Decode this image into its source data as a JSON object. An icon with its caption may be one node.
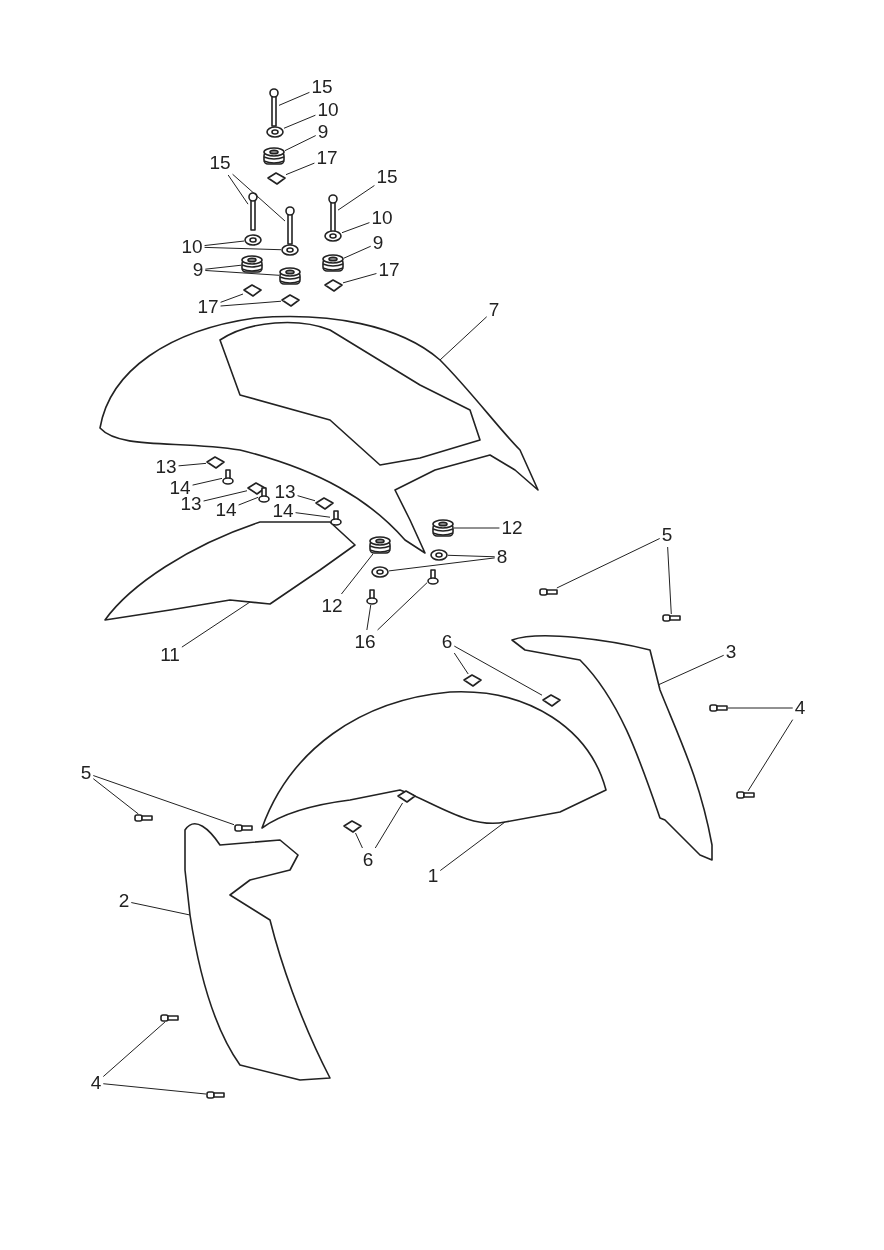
{
  "diagram": {
    "nodes": [
      {
        "text": [
          "15"
        ]
      },
      {
        "text": [
          "10"
        ]
      },
      {
        "text": [
          "9"
        ]
      },
      {
        "text": [
          "15"
        ]
      },
      {
        "text": [
          "17"
        ]
      },
      {
        "text": [
          "15"
        ]
      },
      {
        "text": [
          "10"
        ]
      },
      {
        "text": [
          "10"
        ]
      },
      {
        "text": [
          "9"
        ]
      },
      {
        "text": [
          "9"
        ]
      },
      {
        "text": [
          "17"
        ]
      },
      {
        "text": [
          "17"
        ]
      },
      {
        "text": [
          "7"
        ]
      },
      {
        "text": [
          "13"
        ]
      },
      {
        "text": [
          "14"
        ]
      },
      {
        "text": [
          "13"
        ]
      },
      {
        "text": [
          "13"
        ]
      },
      {
        "text": [
          "14"
        ]
      },
      {
        "text": [
          "14"
        ]
      },
      {
        "text": [
          "12"
        ]
      },
      {
        "text": [
          "5"
        ]
      },
      {
        "text": [
          "8"
        ]
      },
      {
        "text": [
          "12"
        ]
      },
      {
        "text": [
          "16"
        ]
      },
      {
        "text": [
          "6"
        ]
      },
      {
        "text": [
          "3"
        ]
      },
      {
        "text": [
          "11"
        ]
      },
      {
        "text": [
          "4"
        ]
      },
      {
        "text": [
          "5"
        ]
      },
      {
        "text": [
          "6"
        ]
      },
      {
        "text": [
          "1"
        ]
      },
      {
        "text": [
          "2"
        ]
      },
      {
        "text": [
          "4"
        ]
      },
      {
        "text": [],
        "shape": "picture"
      },
      {
        "text": [],
        "shape": "picture"
      },
      {
        "text": [],
        "shape": "picture"
      },
      {
        "text": [],
        "shape": "picture"
      },
      {
        "text": [],
        "shape": "picture"
      },
      {
        "text": [],
        "shape": "picture"
      },
      {
        "text": [],
        "shape": "picture"
      },
      {
        "text": [],
        "shape": "picture"
      },
      {
        "text": [],
        "shape": "picture"
      },
      {
        "text": [],
        "shape": "picture"
      },
      {
        "text": [],
        "shape": "picture"
      },
      {
        "text": [],
        "shape": "picture"
      },
      {
        "text": [],
        "shape": "picture"
      },
      {
        "text": [],
        "shape": "picture"
      },
      {
        "text": [],
        "shape": "picture"
      },
      {
        "text": [],
        "shape": "picture"
      },
      {
        "text": [],
        "shape": "picture"
      },
      {
        "text": [],
        "shape": "picture"
      },
      {
        "text": [],
        "shape": "picture"
      },
      {
        "text": [],
        "shape": "picture"
      },
      {
        "text": [],
        "shape": "picture"
      },
      {
        "text": [],
        "shape": "picture"
      },
      {
        "text": [],
        "shape": "picture"
      },
      {
        "text": [],
        "shape": "picture"
      },
      {
        "text": [],
        "shape": "picture"
      },
      {
        "text": [],
        "shape": "picture"
      },
      {
        "text": [],
        "shape": "picture"
      },
      {
        "text": [],
        "shape": "picture"
      },
      {
        "text": [],
        "shape": "picture"
      },
      {
        "text": [],
        "shape": "picture"
      },
      {
        "text": [],
        "shape": "picture"
      },
      {
        "text": [],
        "shape": "picture"
      },
      {
        "text": [],
        "shape": "picture"
      },
      {
        "text": [],
        "shape": "picture"
      },
      {
        "text": [],
        "shape": "picture"
      },
      {
        "text": [],
        "shape": "picture"
      },
      {
        "text": [],
        "shape": "picture"
      },
      {
        "text": [],
        "shape": "picture"
      },
      {
        "text": [],
        "shape": "picture"
      },
      {
        "text": [],
        "shape": "picture"
      },
      {
        "text": [],
        "shape": "picture"
      },
      {
        "text": [],
        "shape": "picture"
      },
      {
        "text": [],
        "shape": "picture"
      },
      {
        "text": [],
        "shape": "picture"
      },
      {
        "text": [],
        "shape": "picture"
      }
    ],
    "edges": [
      {
        "from": 0,
        "to": 33,
        "arrow": "none"
      },
      {
        "from": 1,
        "to": 34,
        "arrow": "none"
      },
      {
        "from": 2,
        "to": 35,
        "arrow": "none"
      },
      {
        "from": 3,
        "to": 36,
        "arrow": "none"
      },
      {
        "from": 3,
        "to": 37,
        "arrow": "none"
      },
      {
        "from": 4,
        "to": 38,
        "arrow": "none"
      },
      {
        "from": 5,
        "to": 39,
        "arrow": "none"
      },
      {
        "from": 6,
        "to": 40,
        "arrow": "none"
      },
      {
        "from": 7,
        "to": 41,
        "arrow": "none"
      },
      {
        "from": 7,
        "to": 42,
        "arrow": "none"
      },
      {
        "from": 8,
        "to": 43,
        "arrow": "none"
      },
      {
        "from": 9,
        "to": 44,
        "arrow": "none"
      },
      {
        "from": 9,
        "to": 45,
        "arrow": "none"
      },
      {
        "from": 10,
        "to": 46,
        "arrow": "none"
      },
      {
        "from": 11,
        "to": 47,
        "arrow": "none"
      },
      {
        "from": 11,
        "to": 48,
        "arrow": "none"
      },
      {
        "from": 12,
        "to": 49,
        "arrow": "none"
      },
      {
        "from": 13,
        "to": 50,
        "arrow": "none"
      },
      {
        "from": 14,
        "to": 51,
        "arrow": "none"
      },
      {
        "from": 15,
        "to": 52,
        "arrow": "none"
      },
      {
        "from": 16,
        "to": 53,
        "arrow": "none"
      },
      {
        "from": 17,
        "to": 54,
        "arrow": "none"
      },
      {
        "from": 18,
        "to": 55,
        "arrow": "none"
      },
      {
        "from": 19,
        "to": 56,
        "arrow": "none"
      },
      {
        "from": 20,
        "to": 57,
        "arrow": "none"
      },
      {
        "from": 20,
        "to": 58,
        "arrow": "none"
      },
      {
        "from": 21,
        "to": 59,
        "arrow": "none"
      },
      {
        "from": 21,
        "to": 60,
        "arrow": "none"
      },
      {
        "from": 22,
        "to": 61,
        "arrow": "none"
      },
      {
        "from": 23,
        "to": 62,
        "arrow": "none"
      },
      {
        "from": 23,
        "to": 63,
        "arrow": "none"
      },
      {
        "from": 24,
        "to": 64,
        "arrow": "none"
      },
      {
        "from": 24,
        "to": 65,
        "arrow": "none"
      },
      {
        "from": 25,
        "to": 66,
        "arrow": "none"
      },
      {
        "from": 26,
        "to": 67,
        "arrow": "none"
      },
      {
        "from": 27,
        "to": 68,
        "arrow": "none"
      },
      {
        "from": 27,
        "to": 69,
        "arrow": "none"
      },
      {
        "from": 28,
        "to": 70,
        "arrow": "none"
      },
      {
        "from": 28,
        "to": 71,
        "arrow": "none"
      },
      {
        "from": 29,
        "to": 72,
        "arrow": "none"
      },
      {
        "from": 29,
        "to": 73,
        "arrow": "none"
      },
      {
        "from": 30,
        "to": 74,
        "arrow": "none"
      },
      {
        "from": 31,
        "to": 75,
        "arrow": "none"
      },
      {
        "from": 32,
        "to": 76,
        "arrow": "none"
      },
      {
        "from": 32,
        "to": 77,
        "arrow": "none"
      }
    ]
  }
}
